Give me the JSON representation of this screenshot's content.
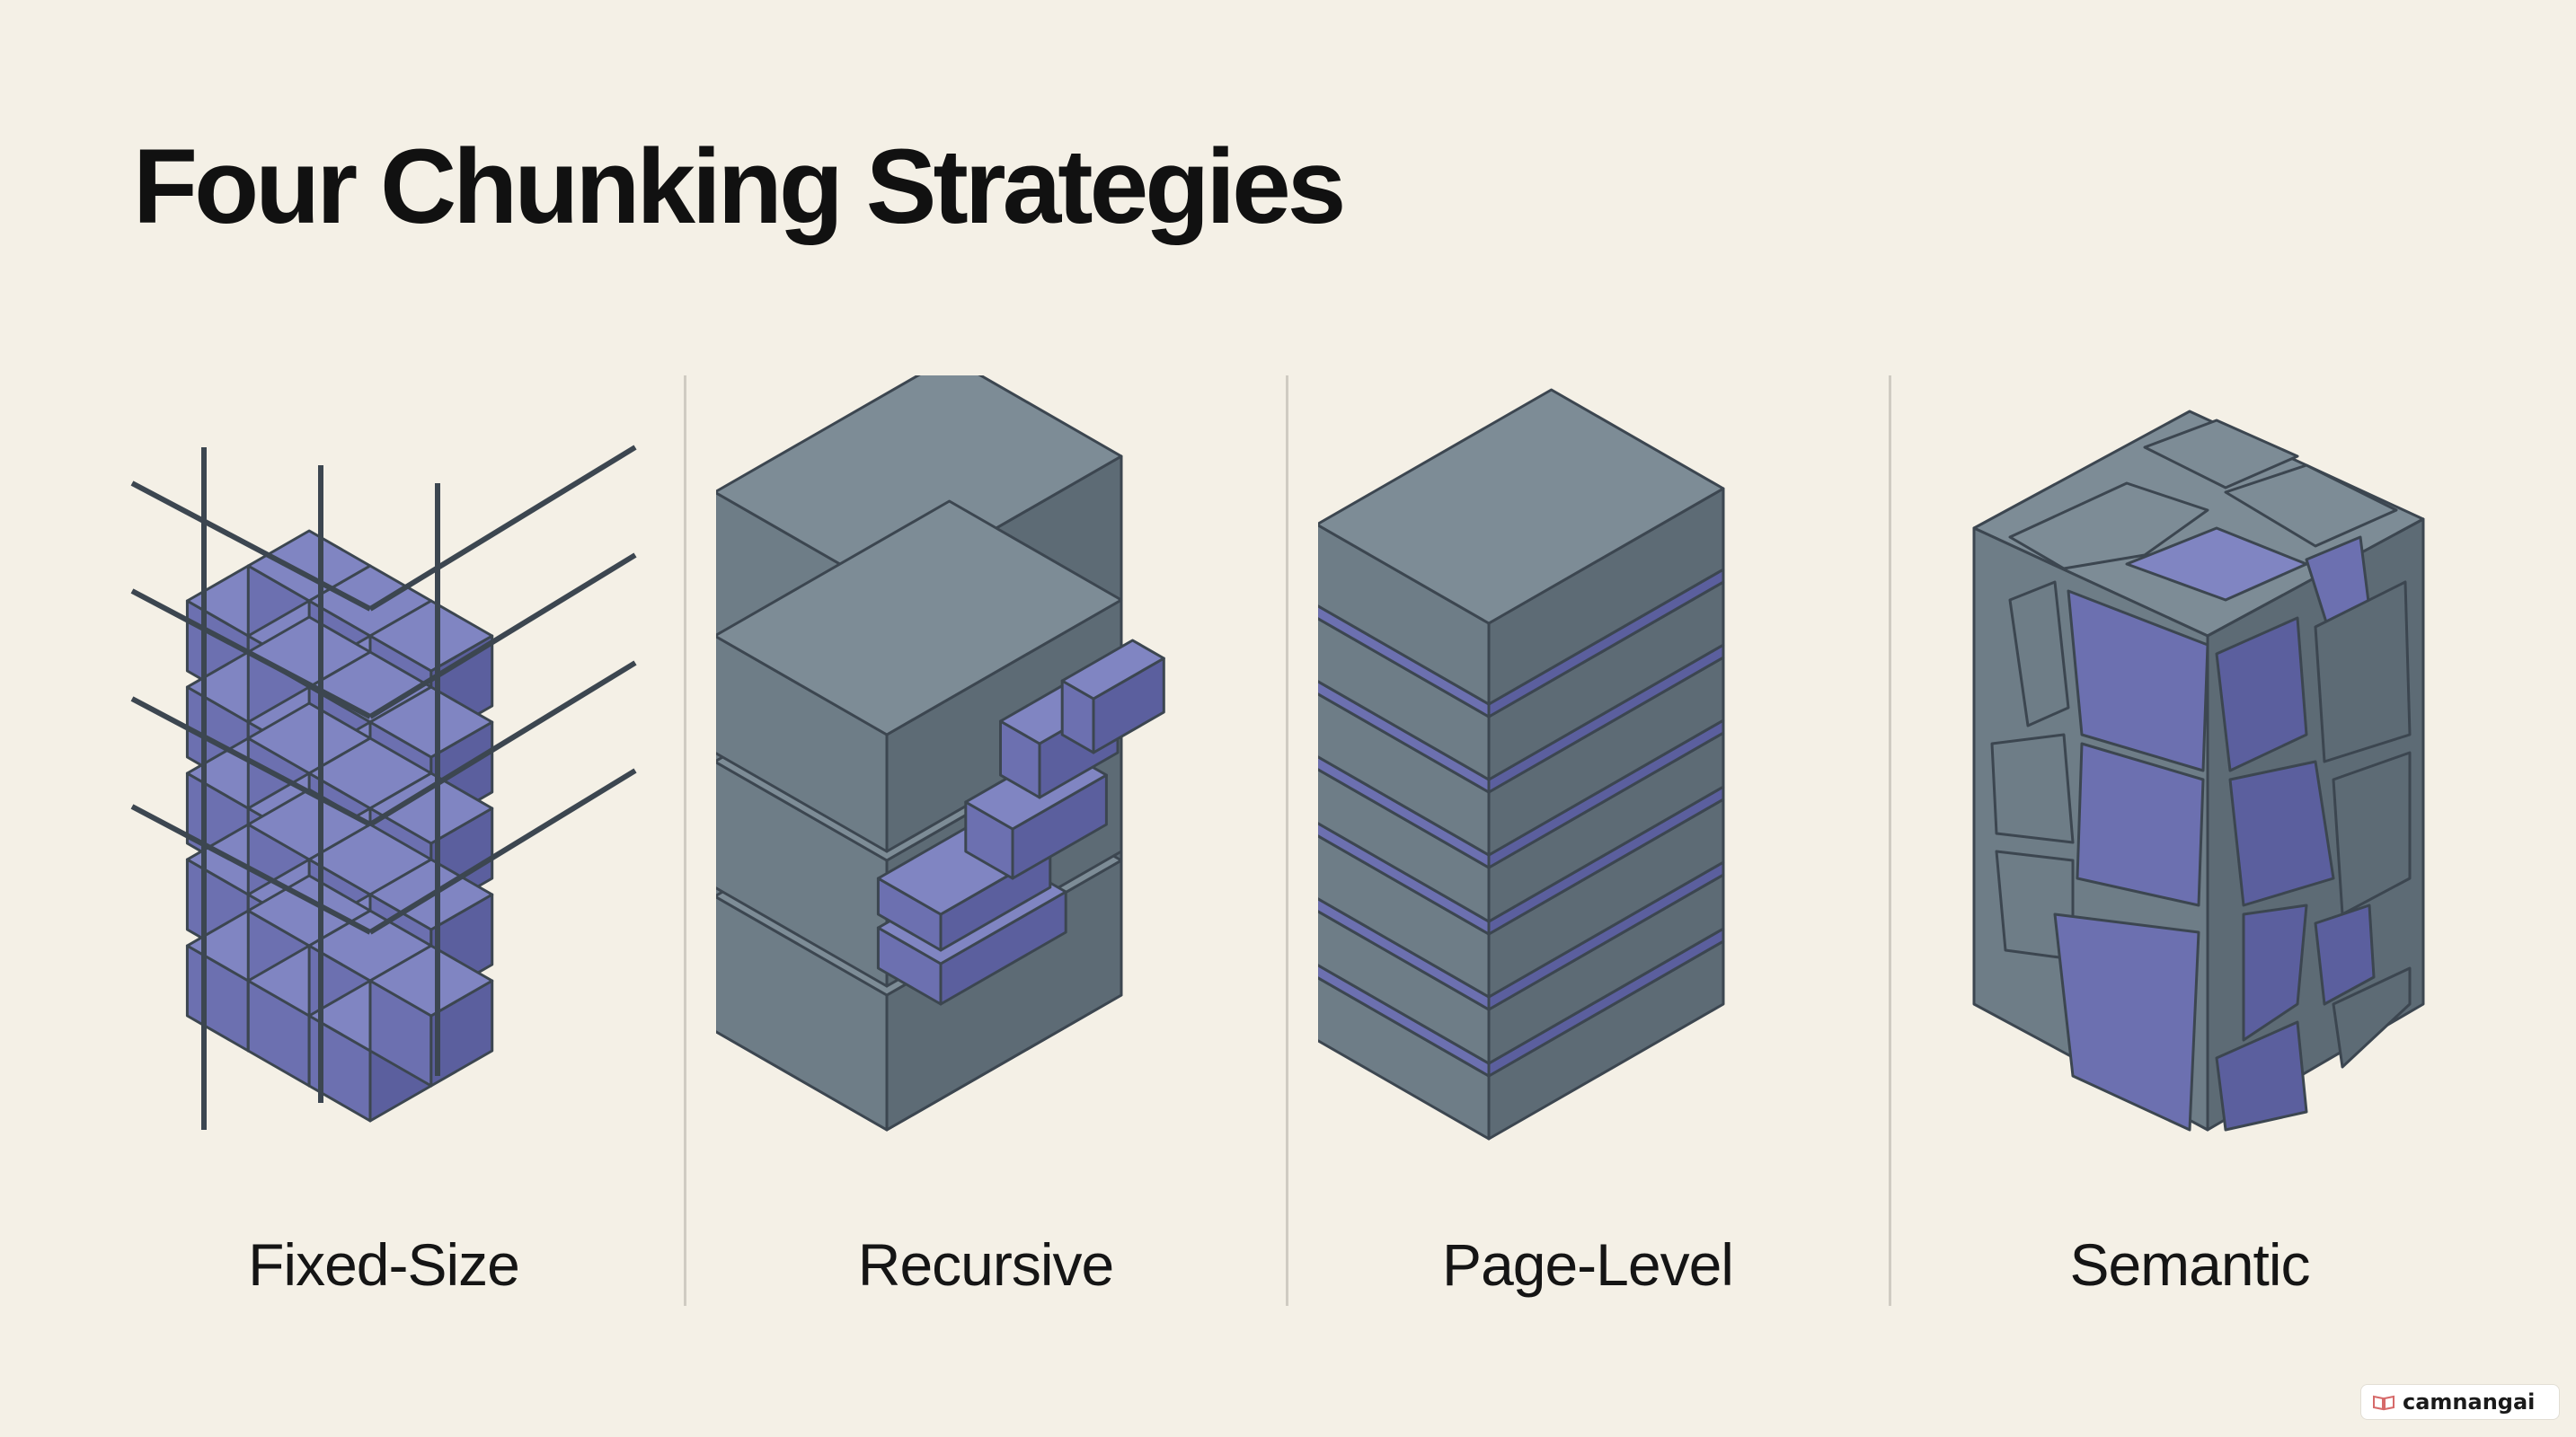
{
  "title": "Four Chunking Strategies",
  "strategies": [
    {
      "label": "Fixed-Size"
    },
    {
      "label": "Recursive"
    },
    {
      "label": "Page-Level"
    },
    {
      "label": "Semantic"
    }
  ],
  "watermark": {
    "text": "camnangai",
    "icon": "book-icon"
  },
  "colors": {
    "background": "#f4f0e6",
    "slate_top": "#7d8c96",
    "slate_left": "#6e7d87",
    "slate_right": "#5d6b75",
    "purple_top": "#8085c2",
    "purple_left": "#6c70b0",
    "purple_right": "#5b5f9e",
    "outline": "#3c4650"
  }
}
